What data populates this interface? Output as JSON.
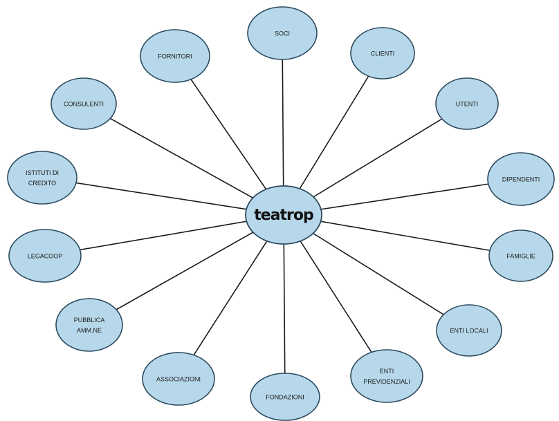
{
  "hub": {
    "label": "teatrop"
  },
  "nodes": [
    {
      "id": "soci",
      "lines": [
        "SOCI"
      ]
    },
    {
      "id": "clienti",
      "lines": [
        "CLIENTI"
      ]
    },
    {
      "id": "utenti",
      "lines": [
        "UTENTI"
      ]
    },
    {
      "id": "dipendenti",
      "lines": [
        "DIPENDENTI"
      ]
    },
    {
      "id": "famiglie",
      "lines": [
        "FAMIGLIE"
      ]
    },
    {
      "id": "enti-locali",
      "lines": [
        "ENTI LOCALI"
      ]
    },
    {
      "id": "enti-previdenziali",
      "lines": [
        "ENTI",
        "PREVIDENZIALI"
      ]
    },
    {
      "id": "fondazioni",
      "lines": [
        "FONDAZIONI"
      ]
    },
    {
      "id": "associazioni",
      "lines": [
        "ASSOCIAZIONI"
      ]
    },
    {
      "id": "pubblica-ammne",
      "lines": [
        "PUBBLICA",
        "AMM.NE"
      ]
    },
    {
      "id": "legacoop",
      "lines": [
        "LEGACOOP"
      ]
    },
    {
      "id": "istituti-di-credito",
      "lines": [
        "ISTITUTI DI",
        "CREDITO"
      ]
    },
    {
      "id": "consulenti",
      "lines": [
        "CONSULENTI"
      ]
    },
    {
      "id": "fornitori",
      "lines": [
        "FORNITORI"
      ]
    }
  ],
  "colors": {
    "node_fill": "#b7d8ea",
    "node_stroke": "#2c4a5e",
    "spoke": "#1a1a1a",
    "background": "#ffffff"
  }
}
